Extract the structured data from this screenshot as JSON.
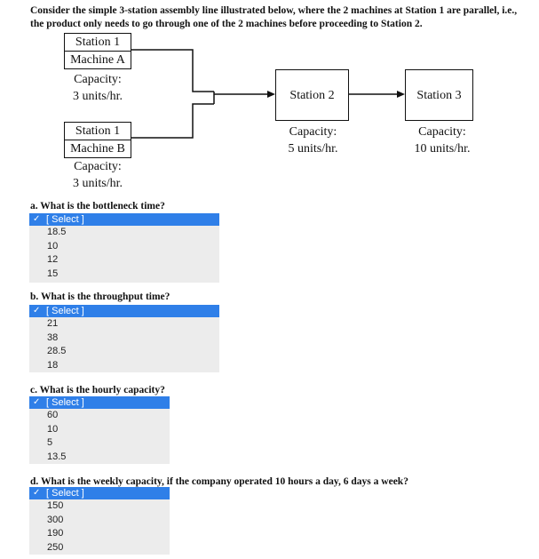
{
  "question_intro": "Consider the simple 3-station assembly line illustrated below, where the 2 machines at Station 1 are parallel, i.e., the product only needs to go through one of the 2 machines before proceeding to Station 2.",
  "diagram": {
    "machine_a": {
      "line1": "Station 1",
      "line2": "Machine A",
      "capacity_label": "Capacity:",
      "capacity_value": "3 units/hr."
    },
    "machine_b": {
      "line1": "Station 1",
      "line2": "Machine B",
      "capacity_label": "Capacity:",
      "capacity_value": "3 units/hr."
    },
    "station2": {
      "label": "Station 2",
      "capacity_label": "Capacity:",
      "capacity_value": "5 units/hr."
    },
    "station3": {
      "label": "Station 3",
      "capacity_label": "Capacity:",
      "capacity_value": "10 units/hr."
    }
  },
  "questions": [
    {
      "label": "a. What is the bottleneck time?",
      "selected": "[ Select ]",
      "options": [
        "18.5",
        "10",
        "12",
        "15"
      ]
    },
    {
      "label": "b. What is the throughput time?",
      "selected": "[ Select ]",
      "options": [
        "21",
        "38",
        "28.5",
        "18"
      ]
    },
    {
      "label": "c. What is the hourly capacity?",
      "selected": "[ Select ]",
      "options": [
        "60",
        "10",
        "5",
        "13.5"
      ]
    },
    {
      "label": "d. What is the weekly capacity, if the company operated 10 hours a day, 6 days a week?",
      "selected": "[ Select ]",
      "options": [
        "150",
        "300",
        "190",
        "250"
      ]
    }
  ],
  "icons": {
    "selected_marker": "checkmark-icon"
  },
  "colors": {
    "selection_bg": "#2f7fe8",
    "dropdown_bg": "#ececec"
  }
}
